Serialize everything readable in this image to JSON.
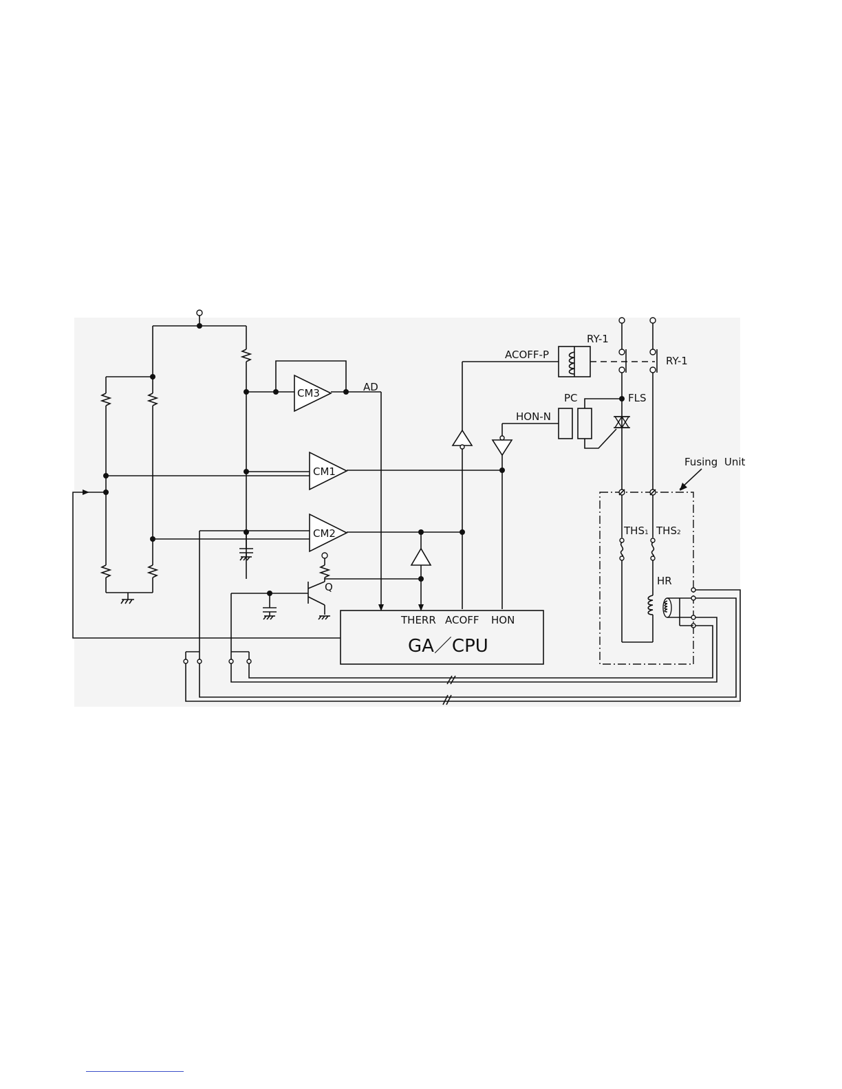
{
  "diagram": {
    "labels": {
      "ad": "AD",
      "acoff_p": "ACOFF-P",
      "ry1_coil": "RY-1",
      "ry1_contact": "RY-1",
      "pc": "PC",
      "fls": "FLS",
      "hon_n": "HON-N",
      "fusing_unit": "Fusing  Unit",
      "ths1": "THS",
      "ths1_sub": "1",
      "ths2": "THS",
      "ths2_sub": "2",
      "hr": "HR",
      "q": "Q",
      "cm1": "CM1",
      "cm2": "CM2",
      "cm3": "CM3"
    },
    "cpu_block": {
      "pin_therr": "THERR",
      "pin_acoff": "ACOFF",
      "pin_hon": "HON",
      "title": "GA／CPU"
    }
  }
}
